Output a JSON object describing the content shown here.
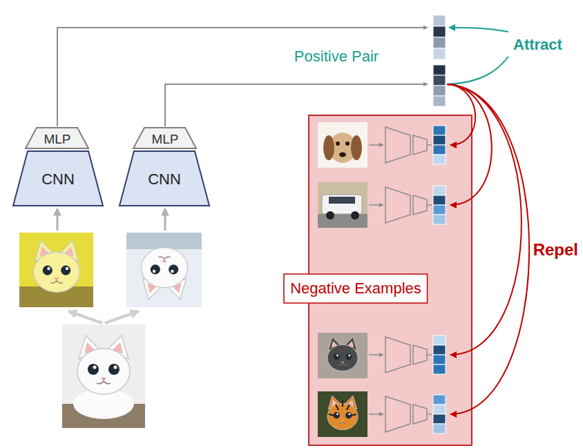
{
  "diagram": {
    "nodes": [
      {
        "text": [
          "MLP"
        ]
      },
      {
        "text": [
          "CNN"
        ]
      },
      {
        "text": [
          "MLP"
        ]
      },
      {
        "text": [
          "CNN"
        ]
      },
      {
        "text": [
          "Negative Examples"
        ]
      }
    ],
    "labels": [
      "Positive Pair",
      "Attract",
      "Repel"
    ]
  }
}
